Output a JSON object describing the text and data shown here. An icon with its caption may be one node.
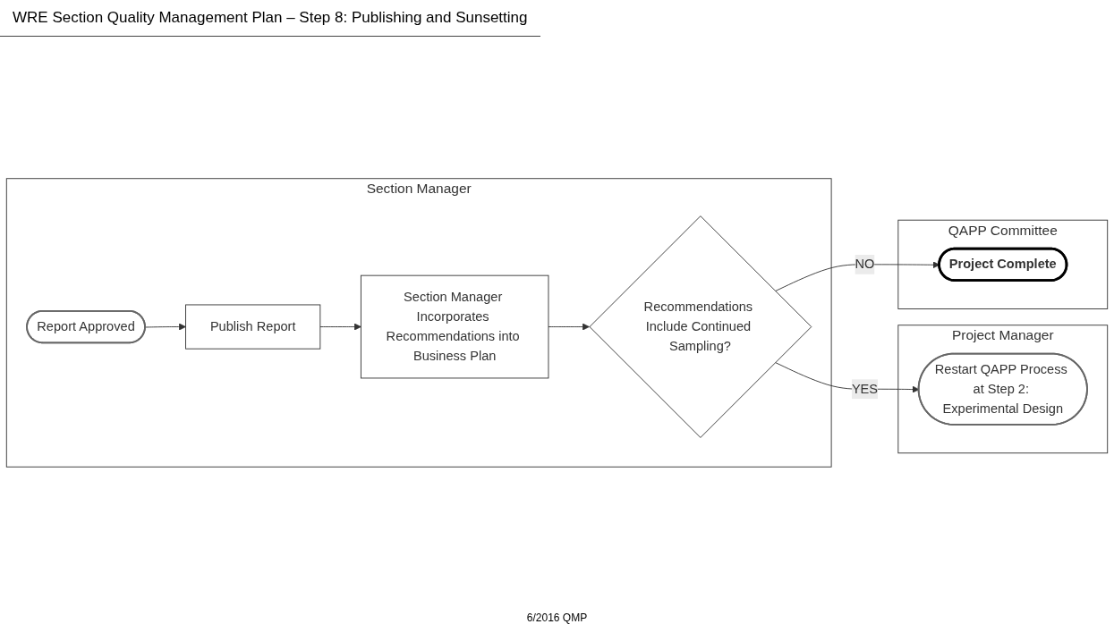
{
  "diagram": {
    "title": "WRE Section Quality Management Plan – Step 8: Publishing and Sunsetting",
    "nodes": [
      {
        "text": [
          "Project Manager"
        ]
      },
      {
        "text": [
          "Restart QAPP Process at Step 2: Experimental Design"
        ],
        "in": 0
      },
      {
        "text": [
          "QAPP Committee"
        ]
      },
      {
        "text": [
          "Project Complete"
        ],
        "in": 2
      },
      {
        "text": [
          "Section Manager"
        ]
      },
      {
        "text": [
          "Report Approved"
        ],
        "in": 4
      },
      {
        "text": [
          "Publish Report"
        ],
        "in": 4
      },
      {
        "text": [
          "Section Manager Incorporates Recommendations into Business Plan"
        ],
        "in": 4
      },
      {
        "text": [
          "Recommendations Include Continued Sampling?"
        ],
        "in": 4
      }
    ],
    "edges": [
      {
        "from": 5,
        "to": 6,
        "arrow": "to"
      },
      {
        "from": 6,
        "to": 7,
        "arrow": "to"
      },
      {
        "from": 7,
        "to": 8,
        "arrow": "to"
      },
      {
        "from": 8,
        "to": 3,
        "label": "NO",
        "arrow": "to"
      },
      {
        "from": 8,
        "to": 1,
        "label": "YES",
        "arrow": "to"
      }
    ],
    "labels": [
      "6/2016 QMP"
    ]
  }
}
